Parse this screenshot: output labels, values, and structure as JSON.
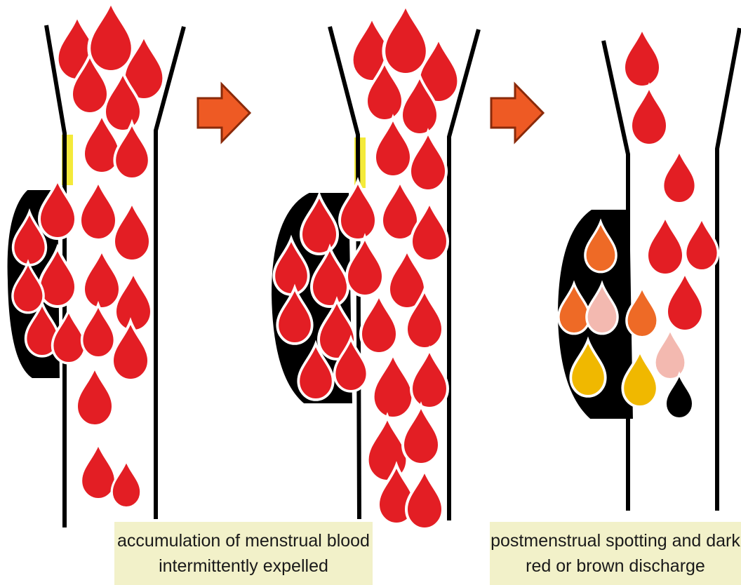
{
  "captions": {
    "accumulation": {
      "line1": "accumulation of menstrual blood",
      "line2": "intermittently expelled"
    },
    "postmenstrual": {
      "line1": "postmenstrual spotting and dark",
      "line2": "red or brown discharge"
    }
  },
  "colors": {
    "blood_red": "#e31e24",
    "arrow_orange": "#ee5a24",
    "pouch_black": "#000000",
    "yellow_marker": "#f4ea3a",
    "old_blood_orange": "#ee6a26",
    "old_blood_pink": "#f3b9b0",
    "old_blood_yellow": "#f0b800",
    "caption_background": "#f2f1c9"
  },
  "icons": [
    "droplet-icon",
    "arrow-right-icon"
  ]
}
